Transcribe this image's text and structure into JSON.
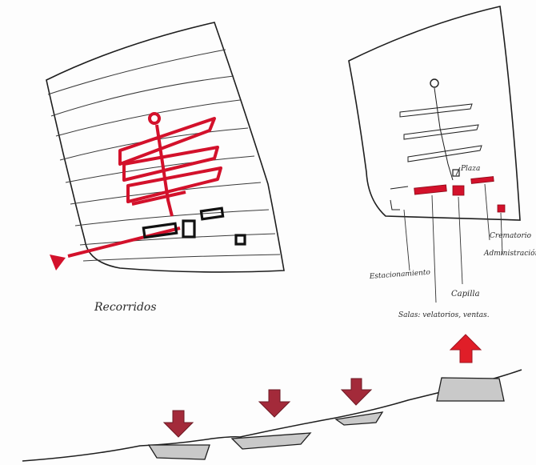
{
  "left_sketch": {
    "caption": "Recorridos"
  },
  "right_sketch": {
    "labels": {
      "plaza": "Plaza",
      "crematorio": "Crematorio",
      "administracion": "Administración",
      "estacionamiento": "Estacionamiento",
      "capilla": "Capilla",
      "salas": "Salas: velatorios, ventas."
    }
  },
  "colors": {
    "ink": "#1e1e1e",
    "accent_red": "#d3112b",
    "arrow_red": "#a32a3a",
    "fill_gray": "#c9c9c9"
  }
}
